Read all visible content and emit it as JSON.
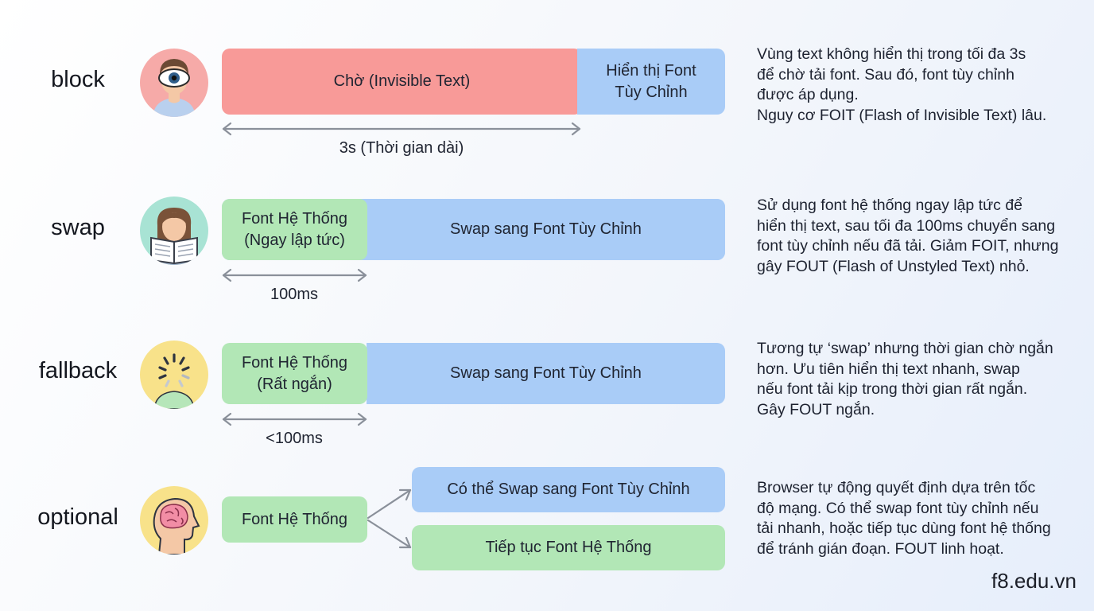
{
  "rows": {
    "block": {
      "label": "block",
      "wait_box": "Chờ (Invisible Text)",
      "custom_box": "Hiển thị Font Tùy Chỉnh",
      "time": "3s (Thời gian dài)",
      "desc": [
        "Vùng text không hiển thị trong tối đa 3s",
        "để chờ tải font. Sau đó, font tùy chỉnh",
        "được áp dụng.",
        "Nguy cơ FOIT (Flash of Invisible Text) lâu."
      ]
    },
    "swap": {
      "label": "swap",
      "system_box": "Font Hệ Thống (Ngay lập tức)",
      "custom_box": "Swap sang Font Tùy Chỉnh",
      "time": "100ms",
      "desc": [
        "Sử dụng font hệ thống ngay lập tức để",
        "hiển thị text, sau tối đa 100ms chuyển sang",
        "font tùy chỉnh nếu đã tải. Giảm FOIT, nhưng",
        "gây FOUT (Flash of Unstyled Text) nhỏ."
      ]
    },
    "fallback": {
      "label": "fallback",
      "system_box": "Font Hệ Thống (Rất ngắn)",
      "custom_box": "Swap sang Font Tùy Chỉnh",
      "time": "<100ms",
      "desc": [
        "Tương tự ‘swap’ nhưng thời gian chờ ngắn",
        "hơn. Ưu tiên hiển thị text nhanh, swap",
        "nếu font tải kịp trong thời gian rất ngắn.",
        "Gây FOUT ngắn."
      ]
    },
    "optional": {
      "label": "optional",
      "system_box": "Font Hệ Thống",
      "option_swap": "Có thể Swap sang Font Tùy Chỉnh",
      "option_keep": "Tiếp tục Font Hệ Thống",
      "desc": [
        "Browser tự động quyết định dựa trên tốc",
        "độ mạng. Có thể swap font tùy chỉnh nếu",
        "tải nhanh, hoặc tiếp tục dùng font hệ thống",
        "để tránh gián đoạn. FOUT linh hoạt."
      ]
    }
  },
  "icons": {
    "block": "eye-person-icon",
    "swap": "reading-person-icon",
    "fallback": "loading-person-icon",
    "optional": "brain-head-icon"
  },
  "colors": {
    "wait": "#f89a98",
    "custom_font": "#a9ccf7",
    "system_font": "#b2e7b6",
    "arrow": "#8a909a"
  },
  "brand": "f8.edu.vn"
}
